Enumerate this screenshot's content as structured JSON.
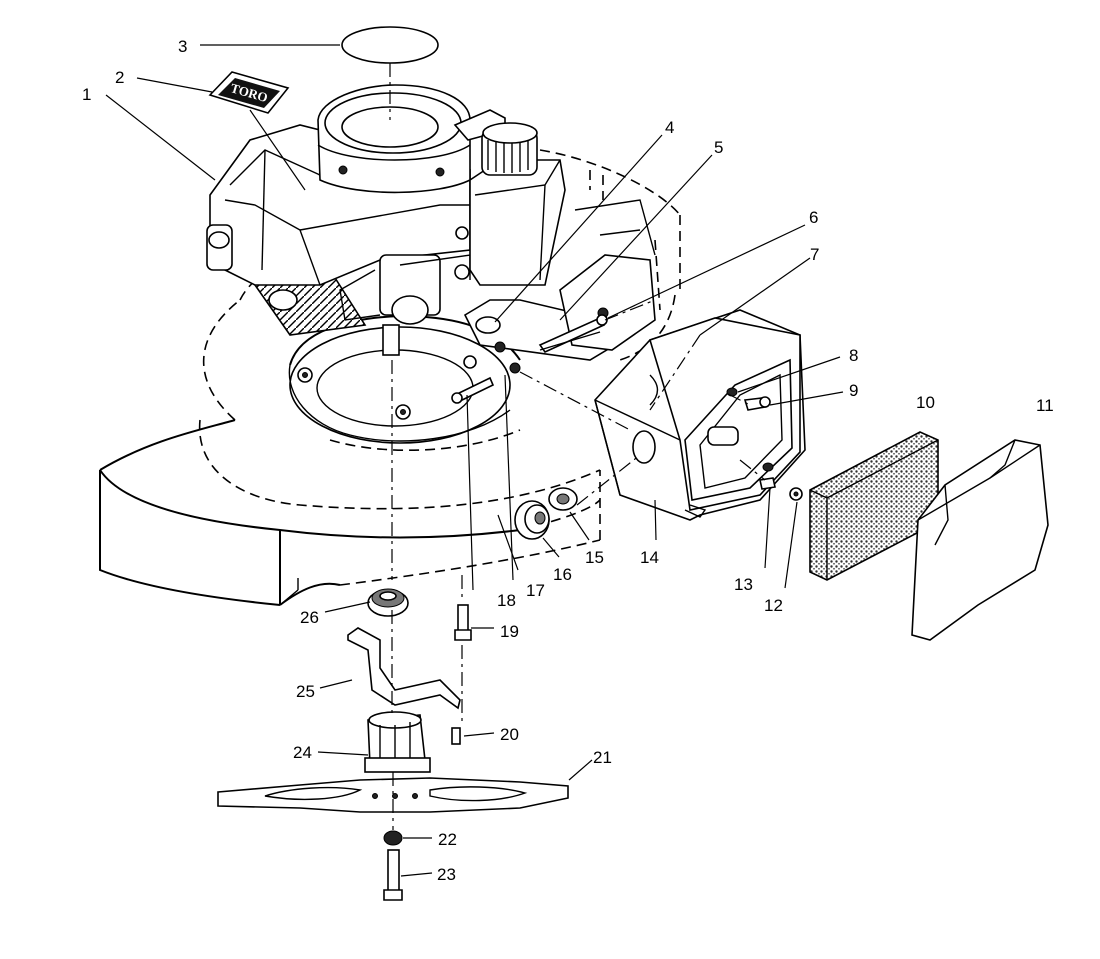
{
  "logo_text": "TORO",
  "figure_id": "",
  "callouts": [
    "1",
    "2",
    "3",
    "4",
    "5",
    "6",
    "7",
    "8",
    "9",
    "10",
    "11",
    "12",
    "13",
    "14",
    "15",
    "16",
    "17",
    "18",
    "19",
    "20",
    "21",
    "22",
    "23",
    "24",
    "25",
    "26"
  ]
}
